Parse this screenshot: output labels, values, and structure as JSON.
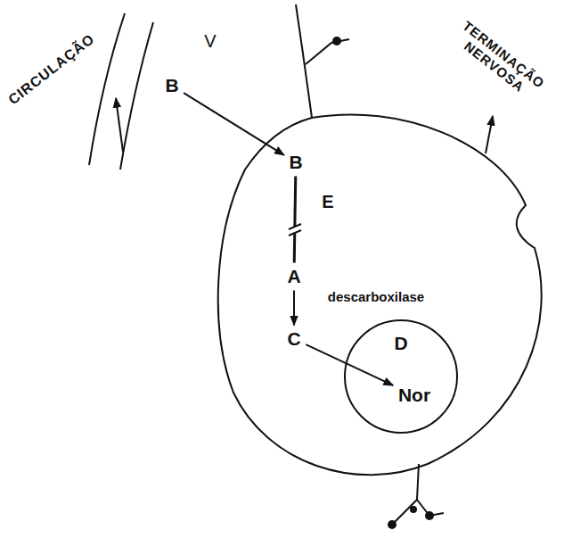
{
  "diagram": {
    "nodes": [
      {
        "text": [
          "B"
        ]
      },
      {
        "text": [
          "B"
        ]
      },
      {
        "text": [
          "A"
        ]
      },
      {
        "text": [
          "C"
        ]
      },
      {
        "text": [
          "D"
        ]
      },
      {
        "text": [
          "Nor"
        ],
        "in": 4
      }
    ],
    "edges": [
      {
        "from": 0,
        "to": 1,
        "arrow": "to"
      },
      {
        "from": 1,
        "to": 2,
        "arrow": "none"
      },
      {
        "from": 2,
        "to": 3,
        "arrow": "to"
      },
      {
        "from": 3,
        "to": 5,
        "arrow": "to"
      }
    ],
    "labels": [
      "CIRCULAÇÃO",
      "V",
      "TERMINAÇÃO NERVOSA",
      "E",
      "descarboxilase"
    ]
  }
}
